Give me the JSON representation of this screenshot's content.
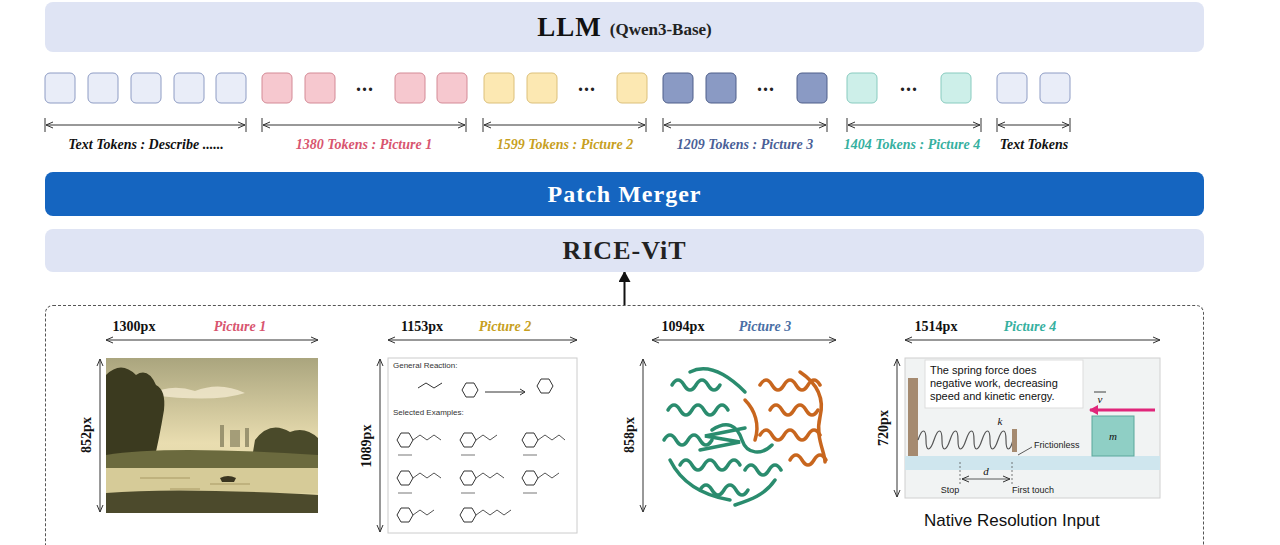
{
  "diagram": {
    "nodes": [
      {
        "text": [
          "LLM",
          "(Qwen3-Base)"
        ]
      },
      {
        "text": [
          "Patch Merger"
        ]
      },
      {
        "text": [
          "RICE-ViT"
        ]
      },
      {
        "text": [
          "Native Resolution Input"
        ]
      }
    ],
    "edges": [
      {
        "from": 3,
        "to": 2,
        "arrow": "to"
      }
    ],
    "labels": [
      "...",
      "...",
      "...",
      "...",
      "Text Tokens : Describe ......",
      "1380 Tokens : Picture 1",
      "1599 Tokens : Picture 2",
      "1209 Tokens : Picture 3",
      "1404 Tokens : Picture 4",
      "Text Tokens",
      "1300px",
      "Picture 1",
      "852px",
      "1153px",
      "Picture 2",
      "1089px",
      "1094px",
      "Picture 3",
      "858px",
      "1514px",
      "Picture 4",
      "720px",
      "General Reaction:",
      "Selected Examples:",
      "The spring force does negative work, decreasing speed and kinetic energy.",
      "k",
      "v",
      "Frictionless",
      "m",
      "d",
      "Stop",
      "First touch"
    ]
  }
}
